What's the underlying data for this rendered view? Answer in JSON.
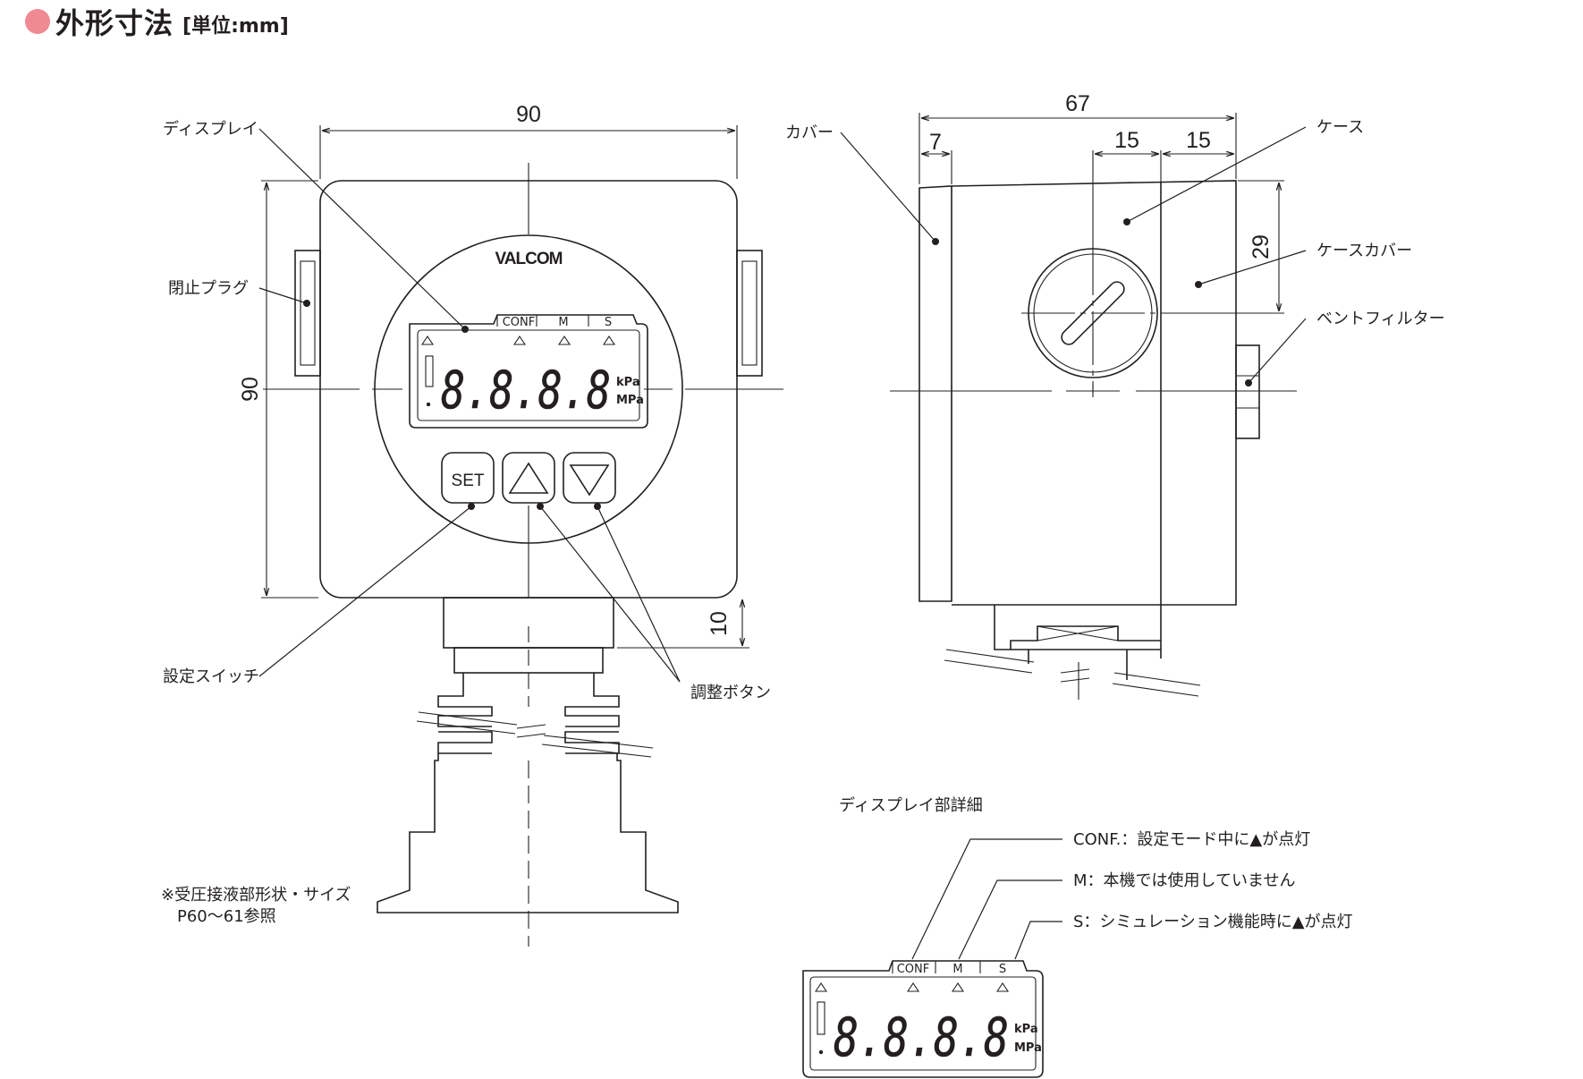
{
  "header": {
    "title": "外形寸法",
    "unit": "[単位:mm]"
  },
  "front": {
    "dim_width": "90",
    "dim_height": "90",
    "dim_bottom": "10",
    "logo": "VALCOM",
    "display": {
      "tabs": [
        "CONF",
        "M",
        "S"
      ],
      "digits": "8.8.8.8",
      "unit_top": "kPa",
      "unit_bottom": "MPa"
    },
    "buttons": {
      "set": "SET"
    },
    "labels": {
      "display": "ディスプレイ",
      "plug": "閉止プラグ",
      "set_switch": "設定スイッチ",
      "adjust": "調整ボタン"
    },
    "note_line1": "※受圧接液部形状・サイズ",
    "note_line2": "P60～61参照"
  },
  "side": {
    "dim_total": "67",
    "dim_cover": "7",
    "dim_a": "15",
    "dim_b": "15",
    "dim_v": "29",
    "labels": {
      "cover": "カバー",
      "case": "ケース",
      "case_cover": "ケースカバー",
      "vent": "ベントフィルター"
    }
  },
  "detail": {
    "title": "ディスプレイ部詳細",
    "conf": "CONF.：設定モード中に▲が点灯",
    "m": "M：本機では使用していません",
    "s": "S：シミュレーション機能時に▲が点灯",
    "tabs": [
      "CONF",
      "M",
      "S"
    ],
    "digits": "8.8.8.8",
    "unit_top": "kPa",
    "unit_bottom": "MPa"
  }
}
